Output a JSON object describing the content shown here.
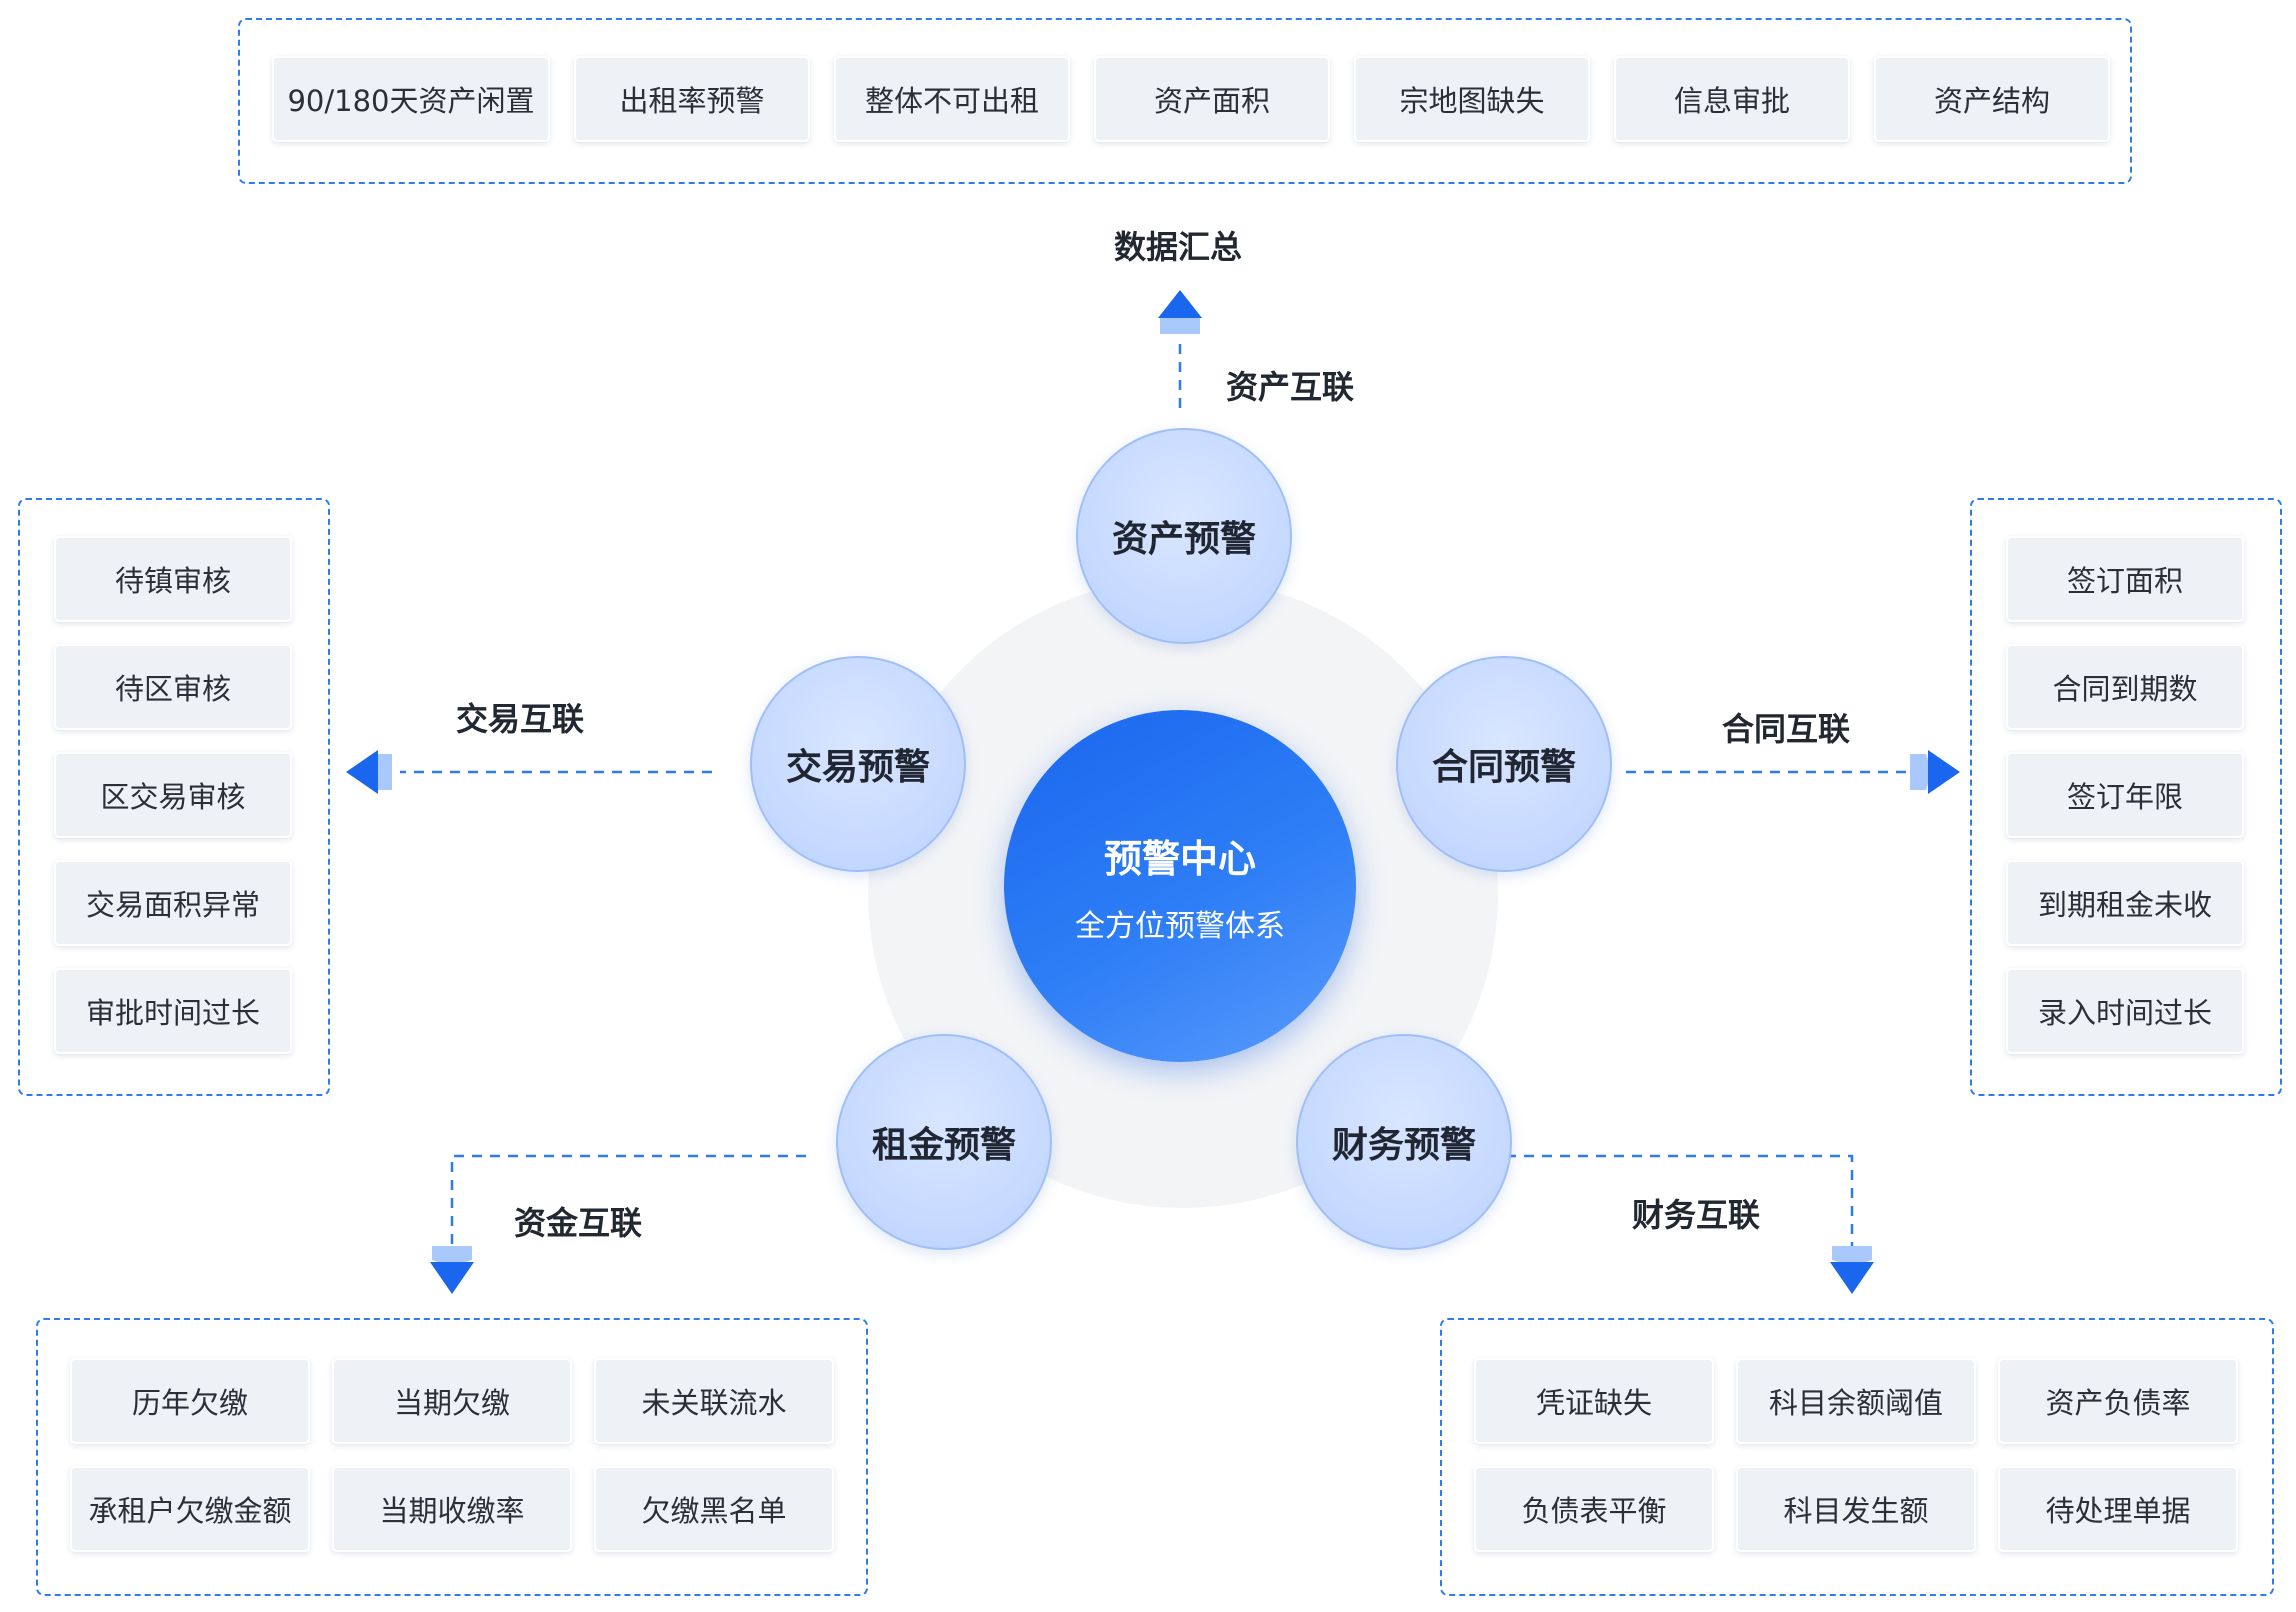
{
  "center": {
    "title": "预警中心",
    "subtitle": "全方位预警体系"
  },
  "nodes": {
    "asset": "资产预警",
    "trade": "交易预警",
    "contract": "合同预警",
    "rent": "租金预警",
    "finance": "财务预警"
  },
  "connections": {
    "asset": "资产互联",
    "summary": "数据汇总",
    "trade": "交易互联",
    "contract": "合同互联",
    "rent": "资金互联",
    "finance": "财务互联"
  },
  "groups": {
    "asset": [
      "90/180天资产闲置",
      "出租率预警",
      "整体不可出租",
      "资产面积",
      "宗地图缺失",
      "信息审批",
      "资产结构"
    ],
    "trade": [
      "待镇审核",
      "待区审核",
      "区交易审核",
      "交易面积异常",
      "审批时间过长"
    ],
    "contract": [
      "签订面积",
      "合同到期数",
      "签订年限",
      "到期租金未收",
      "录入时间过长"
    ],
    "rent": [
      "历年欠缴",
      "当期欠缴",
      "未关联流水",
      "承租户欠缴金额",
      "当期收缴率",
      "欠缴黑名单"
    ],
    "finance": [
      "凭证缺失",
      "科目余额阈值",
      "资产负债率",
      "负债表平衡",
      "科目发生额",
      "待处理单据"
    ]
  },
  "colors": {
    "accent": "#1a66ee",
    "dash": "#2f7bf0",
    "node_fill": "#c4d8ff"
  }
}
